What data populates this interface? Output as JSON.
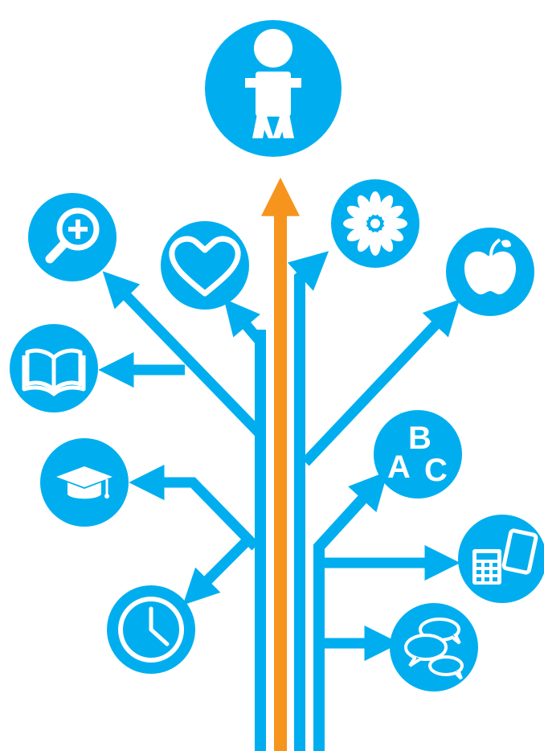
{
  "colors": {
    "background": "#ffffff",
    "branch": "#00aeef",
    "trunk_accent": "#f7941d",
    "icon_fill": "#ffffff"
  },
  "nodes": [
    {
      "icon": "person-icon"
    },
    {
      "icon": "magnifier-plus-icon"
    },
    {
      "icon": "heart-icon"
    },
    {
      "icon": "flower-icon"
    },
    {
      "icon": "apple-icon"
    },
    {
      "icon": "open-book-icon"
    },
    {
      "icon": "graduation-cap-icon"
    },
    {
      "icon": "abc-letters-icon"
    },
    {
      "icon": "calculator-tablet-icon"
    },
    {
      "icon": "clock-icon"
    },
    {
      "icon": "speech-bubbles-icon"
    }
  ],
  "abc": {
    "a": "A",
    "b": "B",
    "c": "C"
  }
}
